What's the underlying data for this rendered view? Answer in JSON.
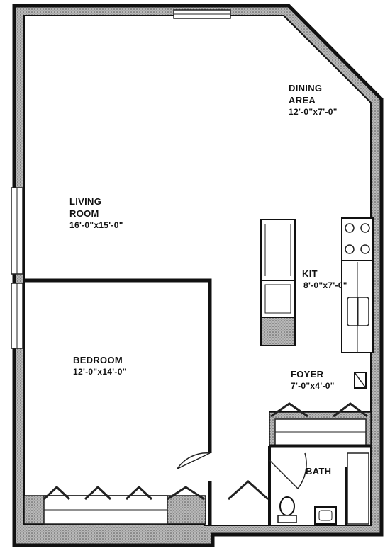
{
  "rooms": {
    "living": {
      "name_line1": "LIVING",
      "name_line2": "ROOM",
      "dims": "16'-0\"x15'-0\""
    },
    "dining": {
      "name_line1": "DINING",
      "name_line2": "AREA",
      "dims": "12'-0\"x7'-0\""
    },
    "kitchen": {
      "name": "KIT",
      "dims": "8'-0\"x7'-0\""
    },
    "bedroom": {
      "name": "BEDROOM",
      "dims": "12'-0\"x14'-0\""
    },
    "foyer": {
      "name": "FOYER",
      "dims": "7'-0\"x4'-0\""
    },
    "bath": {
      "name": "BATH"
    }
  },
  "colors": {
    "wall": "#111111",
    "wall_fill": "#9a9a9a",
    "line": "#222222"
  }
}
